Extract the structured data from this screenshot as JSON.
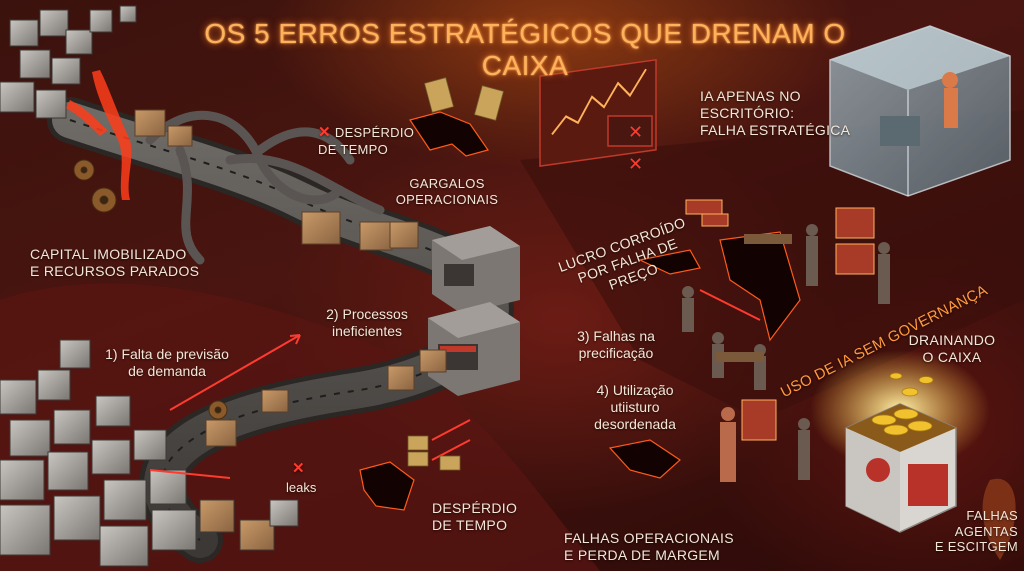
{
  "title": "OS 5 ERROS ESTRATÉGICOS QUE DRENAM O CAIXA",
  "labels": {
    "desperdicio_top": [
      "DESPÉRDIO",
      "DE TEMPO"
    ],
    "gargalos": [
      "GARGALOS",
      "OPERACIONAIS"
    ],
    "capital": [
      "CAPITAL IMOBILIZADO",
      "E RECURSOS PARADOS"
    ],
    "ia_escritorio": [
      "IA APENAS NO",
      "ESCRITÓRIO:",
      "FALHA ESTRATÉGICA"
    ],
    "lucro": [
      "LUCRO CORROÍDO",
      "POR FALHA DE",
      "PREÇO"
    ],
    "processos": [
      "2) Processos",
      "ineficientes"
    ],
    "falta_previsao": [
      "1) Falta de previsão",
      "de demanda"
    ],
    "falhas_precificacao": [
      "3) Falhas na",
      "precificação"
    ],
    "uso_ia": "USO DE IA SEM GOVERNANÇA",
    "drenando": [
      "DRAINANDO",
      "O CAIXA"
    ],
    "utilizacao": [
      "4) Utilização",
      "utiisturo",
      "desordenada"
    ],
    "leaks": "leaks",
    "desperdicio_bottom": [
      "DESPÉRDIO",
      "DE TEMPO"
    ],
    "falhas_operacionais": [
      "FALHAS OPERACIONAIS",
      "E PERDA DE MARGEM"
    ],
    "falhas_agentas": [
      "FALHAS",
      "AGENTAS",
      "E ESCITGEM"
    ]
  },
  "icons": {
    "error_marker": "✕"
  },
  "colors": {
    "title": "#ffb25a",
    "accent_orange": "#ff8a3a",
    "error_red": "#ff3b2f",
    "text": "#f3e7d8",
    "background": "#3b120d"
  }
}
